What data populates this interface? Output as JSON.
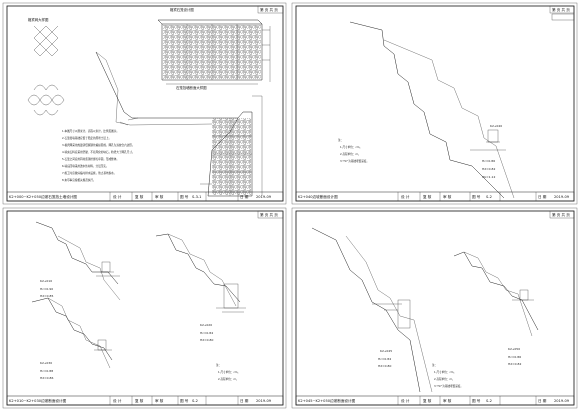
{
  "sheets": {
    "top_left": {
      "corner_box": "第 页 共 页",
      "mesh_title": "格宾网大样图",
      "detail_title": "格宾石笼设计图",
      "section_label": "石笼挡墙断面大样图",
      "notes": [
        "1.本图尺寸以厘米计，高程以米计，比例见图示。",
        "2.石笼挡墙基础应置于稳定的原状土层上。",
        "3.格宾网采用热镀锌低碳钢丝编织而成，网孔为双绞合六边形。",
        "4.填充石料应采用坚硬、不易风化的块石，粒径大于网孔尺寸。",
        "5.石笼之间应用同材质钢丝绑扎牢固，形成整体。",
        "6.墙后回填采用透水性材料，分层压实。",
        "7.施工时应做好临时排水设施，防止基坑积水。",
        "8.未尽事宜按相关规范执行。"
      ],
      "title_block": {
        "drawing_name": "K2+000~K2+050边坡石笼挡土墙设计图",
        "designer": "设 计",
        "reviewer": "复 核",
        "checker": "审 核",
        "drawing_no_label": "图 号",
        "drawing_no": "S-3-1",
        "date_label": "日 期",
        "date": "2019-09"
      }
    },
    "top_right": {
      "corner_box": "第 页 共 页",
      "station": "K2+040",
      "levels": [
        "Hc=0.86",
        "Hd=0.82",
        "Hb=1.12"
      ],
      "notes": [
        "注：",
        "1.尺寸单位：cm。",
        "2.高程单位：m。",
        "3.\"Hc\"为基础埋置深度。"
      ],
      "title_block": {
        "drawing_name": "K2+040边坡断面设计图",
        "designer": "设 计",
        "reviewer": "复 核",
        "checker": "审 核",
        "drawing_no_label": "图 号",
        "drawing_no": "S-2",
        "date_label": "日 期",
        "date": "2019-09"
      }
    },
    "bottom_left": {
      "corner_box": "第 页 共 页",
      "stations": [
        "K2+010",
        "K2+020",
        "K2+030"
      ],
      "levels": [
        "Hc=0.90",
        "Hd=0.85",
        "Hc=0.84",
        "Hd=0.80",
        "Hc=0.88",
        "Hd=0.86"
      ],
      "notes": [
        "注：",
        "1.尺寸单位：cm。",
        "2.高程单位：m。"
      ],
      "title_block": {
        "drawing_name": "K2+010~K2+030边坡断面设计图",
        "designer": "设 计",
        "reviewer": "复 核",
        "checker": "审 核",
        "drawing_no_label": "图 号",
        "drawing_no": "S-2",
        "date_label": "日 期",
        "date": "2019-09"
      }
    },
    "bottom_right": {
      "corner_box": "第 页 共 页",
      "stations": [
        "K2+045",
        "K2+050"
      ],
      "levels": [
        "Hc=0.84",
        "Hd=0.80",
        "Hc=0.86",
        "Hd=0.82"
      ],
      "notes": [
        "注：",
        "1.尺寸单位：cm。",
        "2.高程单位：m。",
        "3.\"Hc\"为基础埋置深度。"
      ],
      "title_block": {
        "drawing_name": "K2+045~K2+050边坡断面设计图",
        "designer": "设 计",
        "reviewer": "复 核",
        "checker": "审 核",
        "drawing_no_label": "图 号",
        "drawing_no": "S-2",
        "date_label": "日 期",
        "date": "2019-09"
      }
    }
  }
}
